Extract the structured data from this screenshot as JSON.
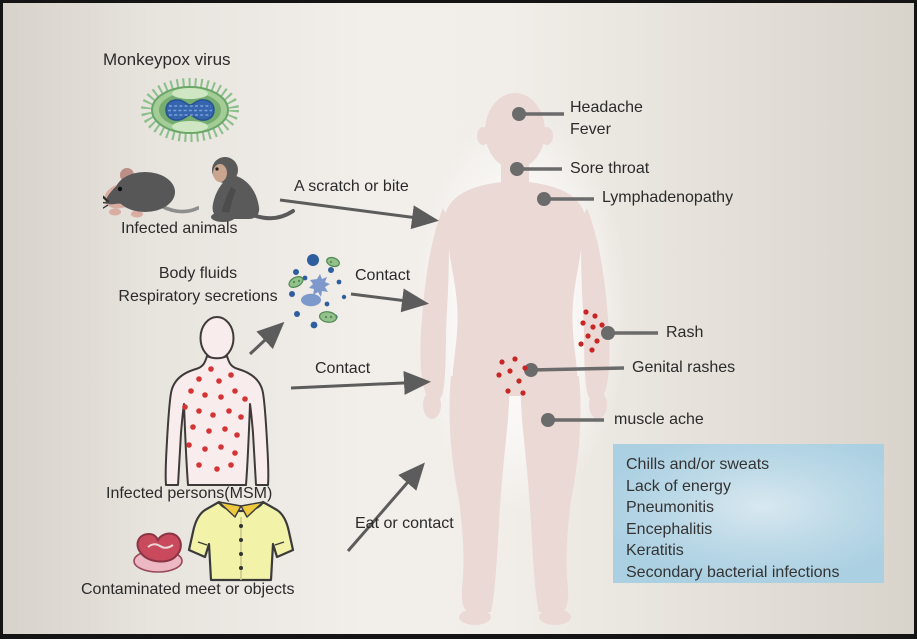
{
  "figure": {
    "title": "Monkeypox virus",
    "sources": {
      "animals": "Infected animals",
      "fluids_line1": "Body fluids",
      "fluids_line2": "Respiratory secretions",
      "persons": "Infected persons(MSM)",
      "objects": "Contaminated meet or objects"
    },
    "routes": {
      "scratch": "A scratch or bite",
      "contact1": "Contact",
      "contact2": "Contact",
      "eat": "Eat or contact"
    },
    "symptoms": [
      "Headache",
      "Fever",
      "Sore throat",
      "Lymphadenopathy",
      "Rash",
      "Genital rashes",
      "muscle ache"
    ],
    "complications": [
      "Chills and/or sweats",
      "Lack of energy",
      "Pneumonitis",
      "Encephalitis",
      "Keratitis",
      "Secondary bacterial infections"
    ],
    "colors": {
      "background_edge": "#d8d3cb",
      "background_center": "#f2efeb",
      "frame": "#141414",
      "text": "#2b2b2b",
      "arrow_gray": "#5c5c5c",
      "callout_gray": "#6b6b6b",
      "body_fill": "#ebd9d6",
      "rash_red": "#c82525",
      "complications_box_blue": "#aed3e3",
      "shirt_yellow": "#f2f2a8",
      "meat_red": "#c84a5c",
      "virus_green": "#8cc08a",
      "virus_core_blue": "#3465ae",
      "animal_gray": "#575757"
    }
  }
}
